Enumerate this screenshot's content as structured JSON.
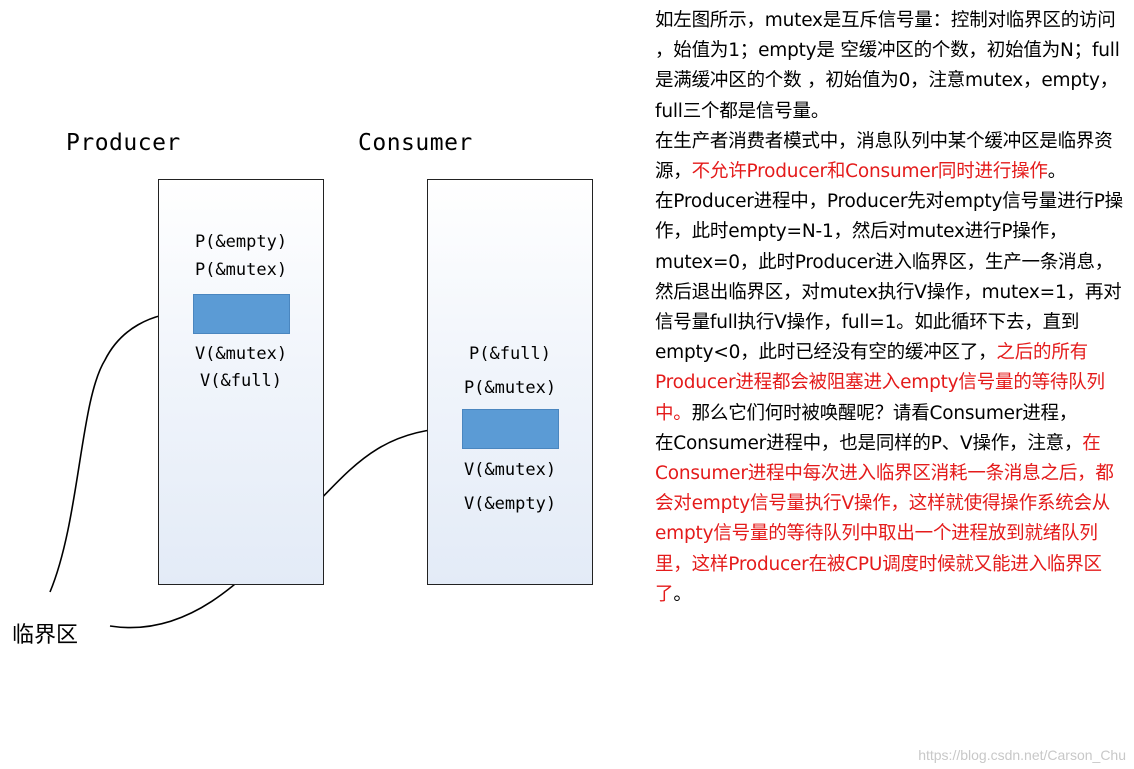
{
  "producer": {
    "title": "Producer",
    "ops_before": [
      "P(&empty)",
      "P(&mutex)"
    ],
    "ops_after": [
      "V(&mutex)",
      "V(&full)"
    ]
  },
  "consumer": {
    "title": "Consumer",
    "ops_before": [
      "P(&full)",
      "P(&mutex)"
    ],
    "ops_after": [
      "V(&mutex)",
      "V(&empty)"
    ]
  },
  "critical_section_label": "临界区",
  "explanation": {
    "p1": "如左图所示，mutex是互斥信号量：控制对临界区的访问 ，始值为1；empty是 空缓冲区的个数，初始值为N；full是满缓冲区的个数 ，初始值为0，注意mutex，empty，full三个都是信号量。",
    "p2_a": "在生产者消费者模式中，消息队列中某个缓冲区是临界资源，",
    "p2_red": "不允许Producer和Consumer同时进行操作",
    "p2_b": "。",
    "p3_a": "在Producer进程中，Producer先对empty信号量进行P操作，此时empty=N-1，然后对mutex进行P操作，mutex=0，此时Producer进入临界区，生产一条消息，然后退出临界区，对mutex执行V操作，mutex=1，再对信号量full执行V操作，full=1。如此循环下去，直到empty<0，此时已经没有空的缓冲区了，",
    "p3_red": "之后的所有Producer进程都会被阻塞进入empty信号量的等待队列中。",
    "p3_b": "那么它们何时被唤醒呢？请看Consumer进程，",
    "p4_a": "在Consumer进程中，也是同样的P、V操作，注意，",
    "p4_red": "在Consumer进程中每次进入临界区消耗一条消息之后，都会对empty信号量执行V操作，这样就使得操作系统会从empty信号量的等待队列中取出一个进程放到就绪队列里，这样Producer在被CPU调度时候就又能进入临界区了",
    "p4_b": "。"
  },
  "watermark": "https://blog.csdn.net/Carson_Chu",
  "colors": {
    "critical_block": "#5b9bd5",
    "highlight_text": "#e41b1b"
  }
}
